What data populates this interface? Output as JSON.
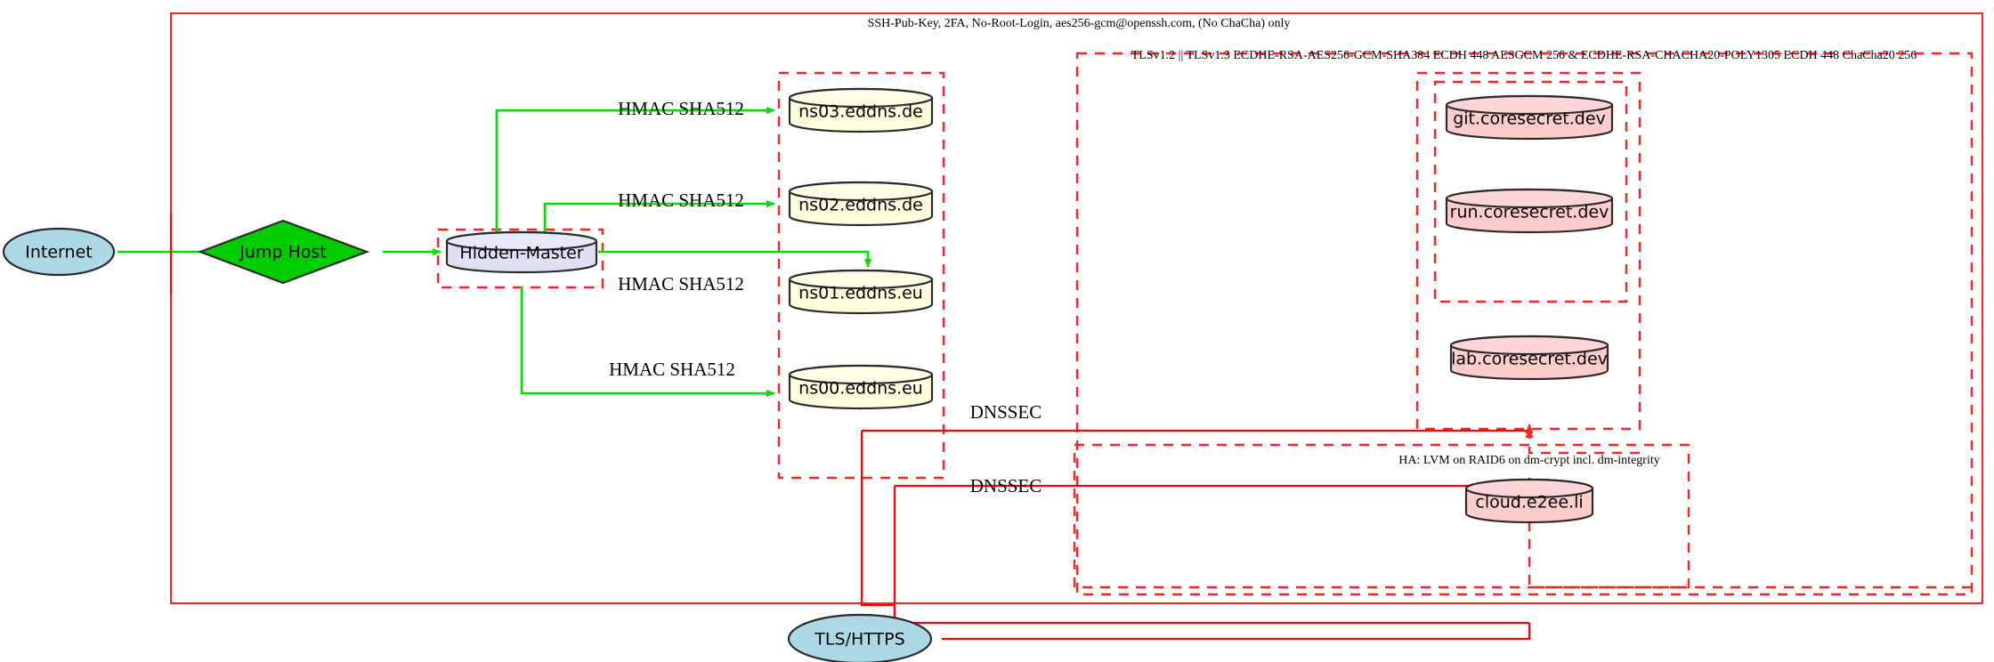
{
  "diagram": {
    "title_label": "SSH-Pub-Key, 2FA, No-Root-Login, aes256-gcm@openssh.com, (No ChaCha) only",
    "tls_cluster_label": "TLSv1.2 || TLSv1.3 ECDHE-RSA-AES256-GCM-SHA384 ECDH 448 AESGCM 256 & ECDHE-RSA-CHACHA20-POLY1305 ECDH 448 ChaCha20 256",
    "ha_cluster_label": "HA: LVM on RAID6 on dm-crypt incl. dm-integrity",
    "colors": {
      "internet_fill": "#add8e6",
      "jumphost_fill": "#00cc00",
      "hidden_master_fill": "#e0e0f5",
      "dns_fill": "#ffffdd",
      "service_fill": "#ffcccc",
      "tls_node_fill": "#add8e6",
      "green_edge": "#00e000",
      "red_edge": "#ff0000",
      "cluster_border": "#ff2222",
      "outline": "#2b2b2b"
    },
    "nodes": {
      "internet": {
        "label": "Internet",
        "shape": "ellipse"
      },
      "jump_host": {
        "label": "Jump Host",
        "shape": "diamond"
      },
      "hidden_master": {
        "label": "Hidden-Master",
        "shape": "cylinder"
      },
      "ns03": {
        "label": "ns03.eddns.de",
        "shape": "cylinder"
      },
      "ns02": {
        "label": "ns02.eddns.de",
        "shape": "cylinder"
      },
      "ns01": {
        "label": "ns01.eddns.eu",
        "shape": "cylinder"
      },
      "ns00": {
        "label": "ns00.eddns.eu",
        "shape": "cylinder"
      },
      "git": {
        "label": "git.coresecret.dev",
        "shape": "cylinder"
      },
      "run": {
        "label": "run.coresecret.dev",
        "shape": "cylinder"
      },
      "lab": {
        "label": "lab.coresecret.dev",
        "shape": "cylinder"
      },
      "cloud": {
        "label": "cloud.e2ee.li",
        "shape": "cylinder"
      },
      "tls_https": {
        "label": "TLS/HTTPS",
        "shape": "ellipse"
      }
    },
    "edge_labels": {
      "hmac_ns03": "HMAC SHA512",
      "hmac_ns02": "HMAC SHA512",
      "hmac_ns01": "HMAC SHA512",
      "hmac_ns00": "HMAC SHA512",
      "dnssec_upper": "DNSSEC",
      "dnssec_lower": "DNSSEC"
    }
  }
}
